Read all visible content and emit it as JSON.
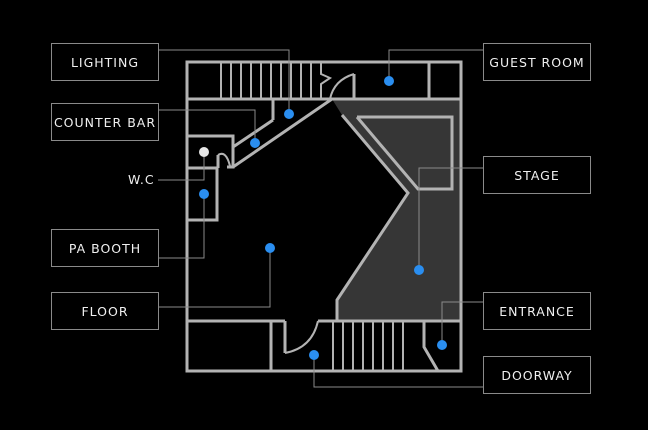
{
  "diagram": {
    "title": "Venue Floor Plan",
    "colors": {
      "background": "#000000",
      "wall": "#b3b3b3",
      "leader_line": "#8a8a8a",
      "stage_fill": "#363636",
      "marker": "#2a8ef0",
      "marker_wc": "#e6e6e6",
      "label_text": "#f0f0f0"
    },
    "labels": {
      "lighting": "LIGHTING",
      "counter_bar": "COUNTER BAR",
      "wc": "W.C",
      "pa_booth": "PA BOOTH",
      "floor": "FLOOR",
      "guest_room": "GUEST ROOM",
      "stage": "STAGE",
      "entrance": "ENTRANCE",
      "doorway": "DOORWAY"
    }
  }
}
